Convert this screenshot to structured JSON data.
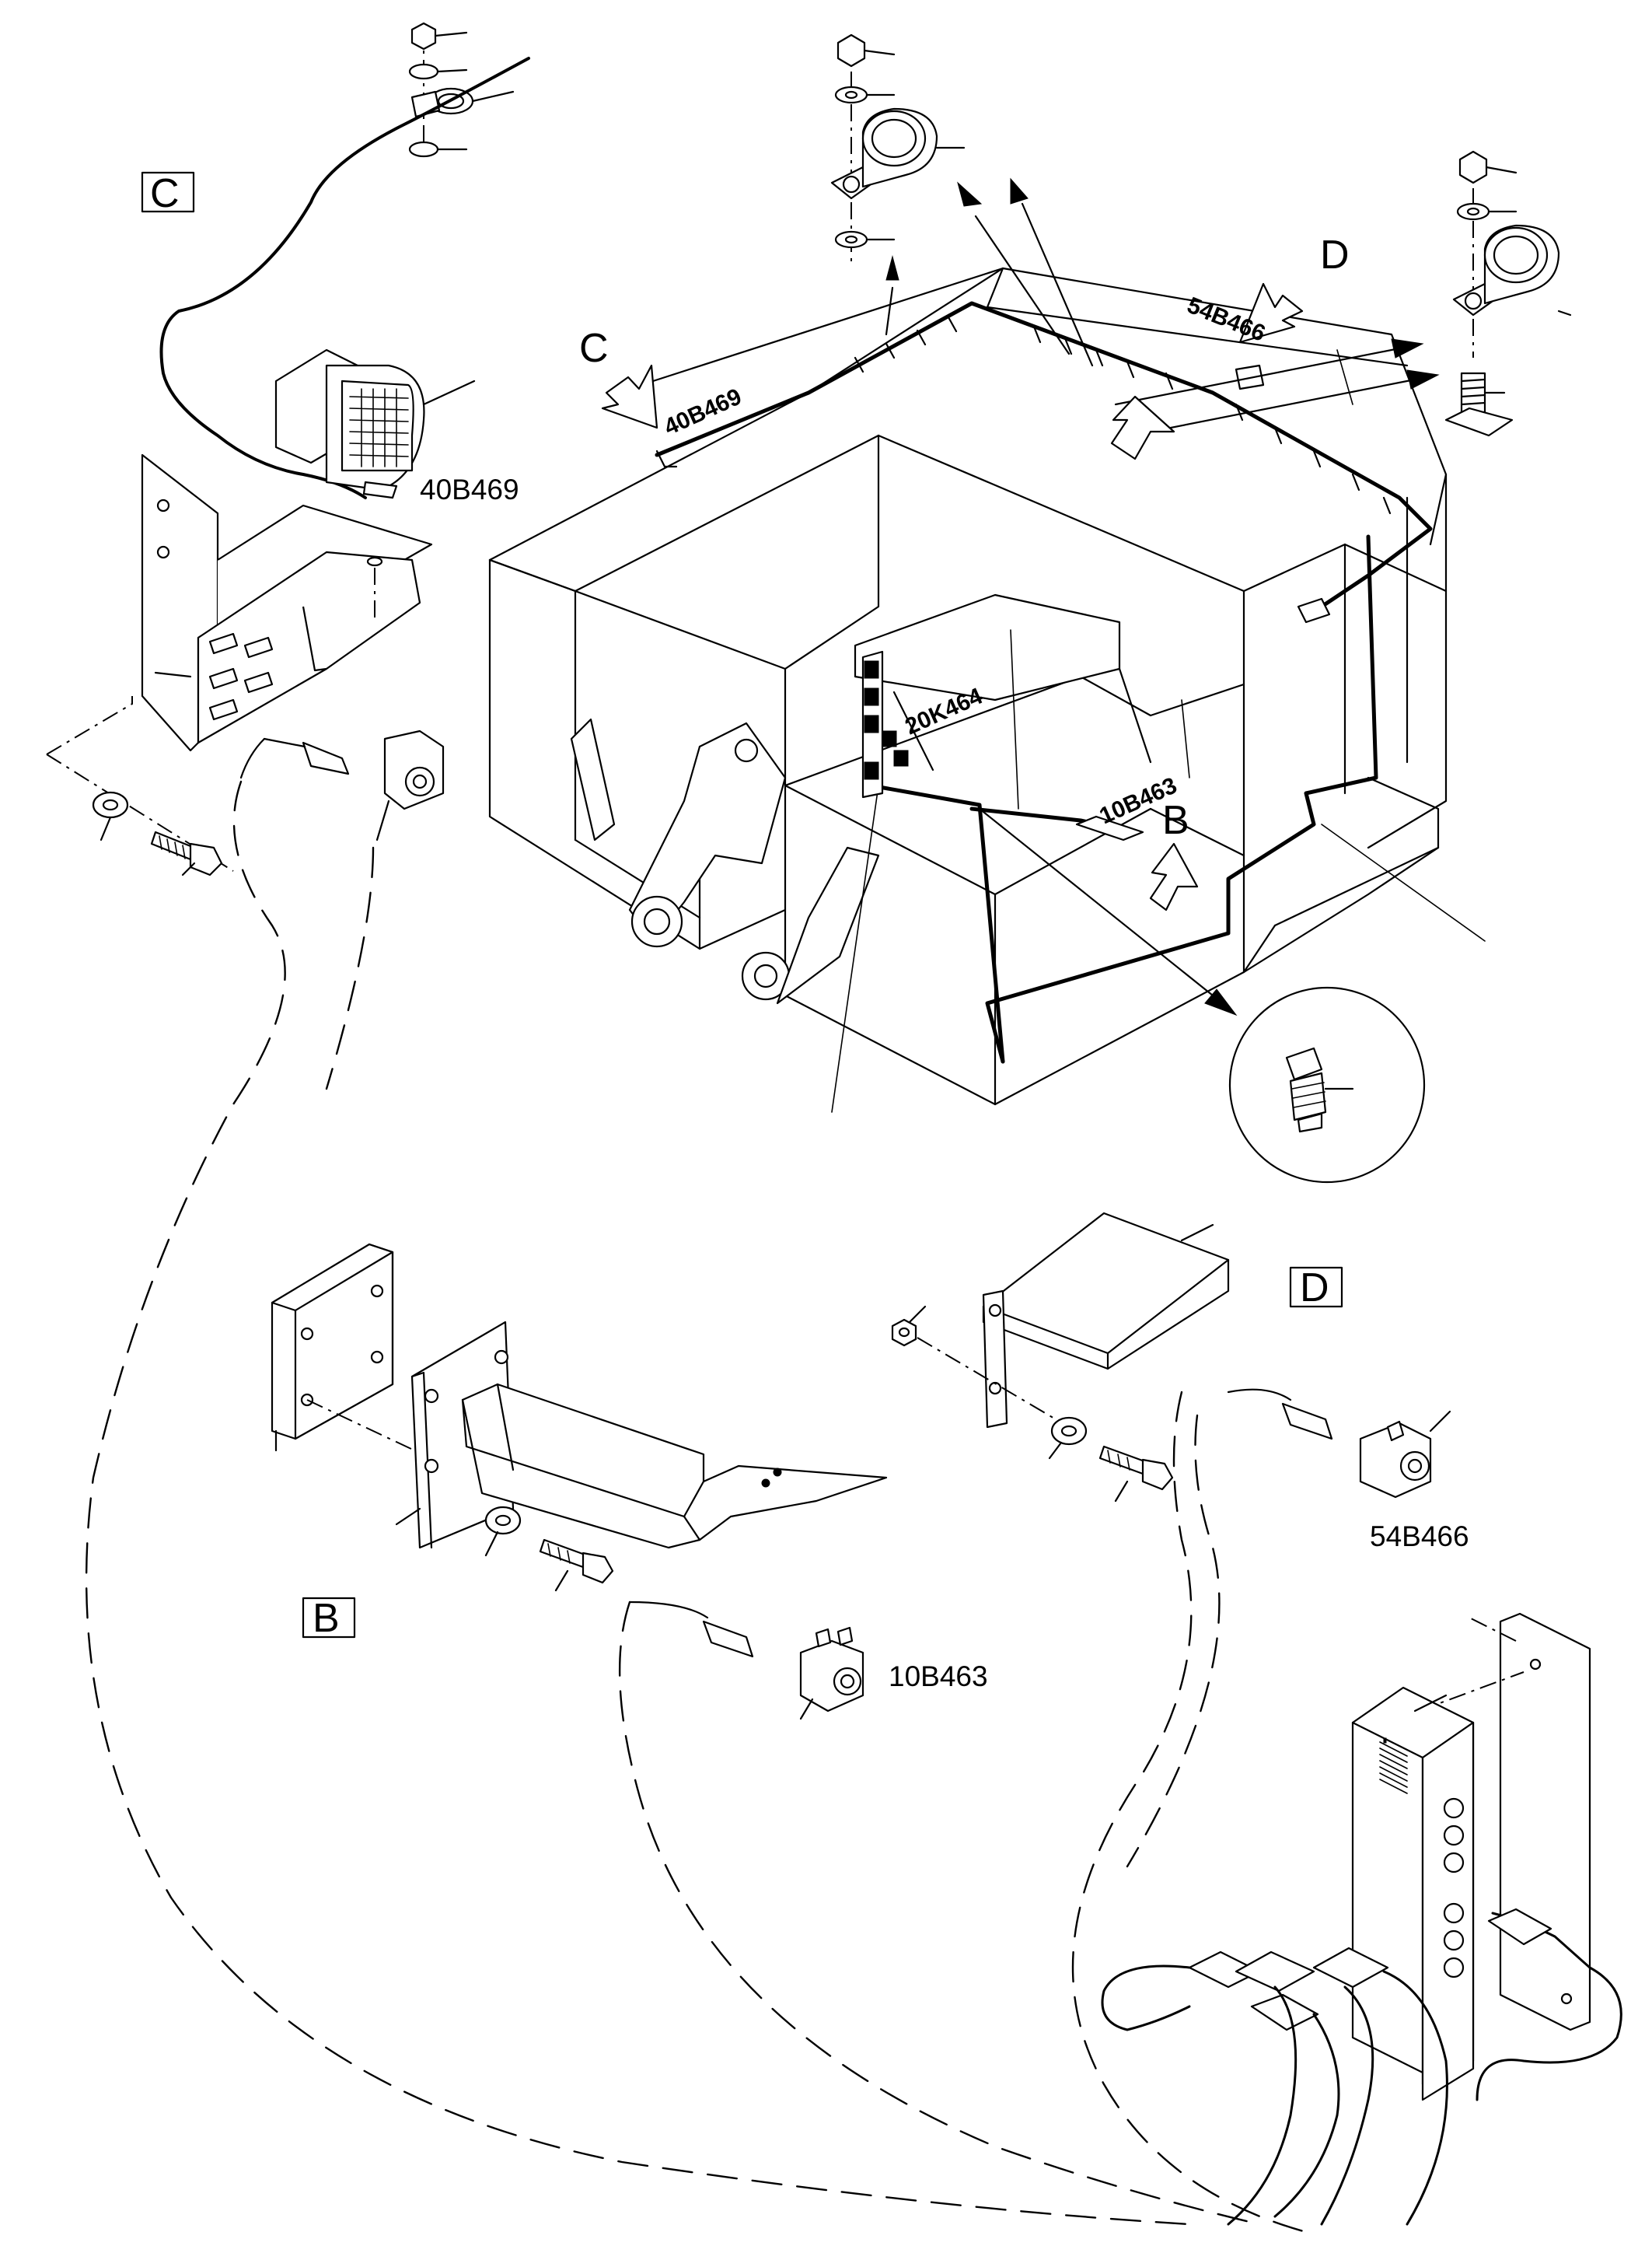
{
  "views": {
    "box_c": "C",
    "box_b": "B",
    "box_d": "D",
    "arrow_c": "C",
    "arrow_b": "B",
    "arrow_d": "D"
  },
  "components": {
    "work_light": "40B469",
    "light_on_cab": "40B469",
    "relay": "20K464",
    "sensor_rear": "10B463",
    "sensor_rear_cab": "10B463",
    "sensor_side": "54B466",
    "sensor_side_cab": "54B466"
  }
}
